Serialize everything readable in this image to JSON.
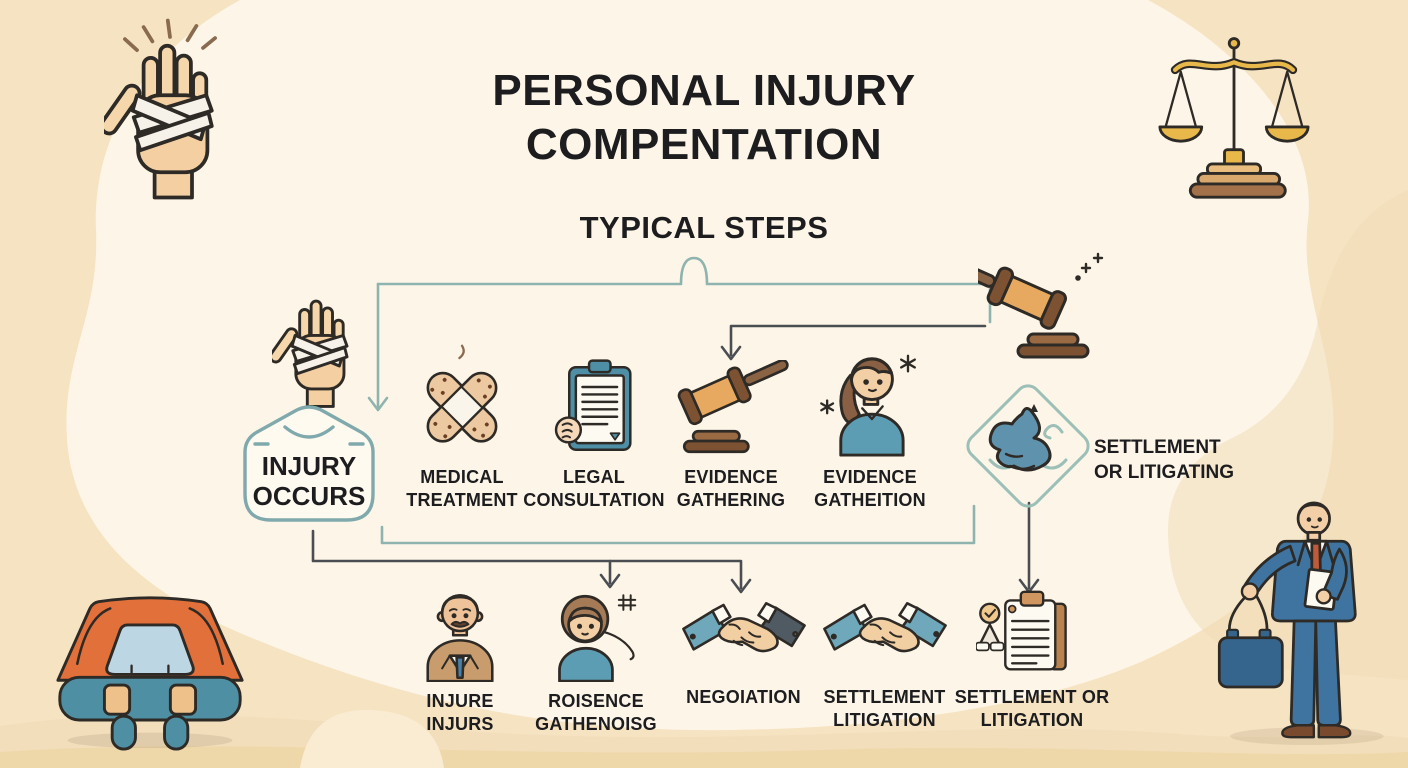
{
  "palette": {
    "background_beige": "#f6e3c2",
    "panel_ivory": "#fdf6e8",
    "sand_light": "#f3debc",
    "sand_dark": "#eed7a9",
    "teal_connector": "#8fb3ae",
    "dark_connector": "#4a4e53",
    "icon_teal": "#5d9db4",
    "badge_outline": "#7fa9ad",
    "gold": "#e8b84b",
    "orange": "#e2703a",
    "text": "#1d1d1f"
  },
  "header": {
    "title": "PERSONAL INJURY\nCOMPENTATION",
    "subtitle": "TYPICAL STEPS"
  },
  "flow": {
    "start": {
      "label": "INJURY\nOCCURS",
      "icon": "bandaged-hand"
    },
    "row1": [
      {
        "label": "MEDICAL\nTREATMENT",
        "icon": "crossed-bandages"
      },
      {
        "label": "LEGAL\nCONSULTATION",
        "icon": "clipboard-with-fist"
      },
      {
        "label": "EVIDENCE\nGATHERING",
        "icon": "gavel"
      },
      {
        "label": "EVIDENCE\nGATHEITION",
        "icon": "injured-woman"
      },
      {
        "label": "SETTLEMENT\nOR LITIGATING",
        "icon": "handshake-diamond"
      }
    ],
    "row2": [
      {
        "label": "INJURE\nINJURS",
        "icon": "suited-man"
      },
      {
        "label": "ROISENCE\nGATHENOISG",
        "icon": "woman-with-bob"
      },
      {
        "label": "NEGOIATION",
        "icon": "handshake"
      },
      {
        "label": "SETTLEMENT\nLITIGATION",
        "icon": "handshake-teal"
      },
      {
        "label": "SETTLEMENT OR\nLITIGATION",
        "icon": "claim-checklist"
      }
    ]
  },
  "decorations": [
    "bandaged-hand-with-pain-lines",
    "scales-of-justice-on-books",
    "gavel-with-sparkles",
    "crashed-car-front",
    "lawyer-holding-bag-and-papers"
  ]
}
